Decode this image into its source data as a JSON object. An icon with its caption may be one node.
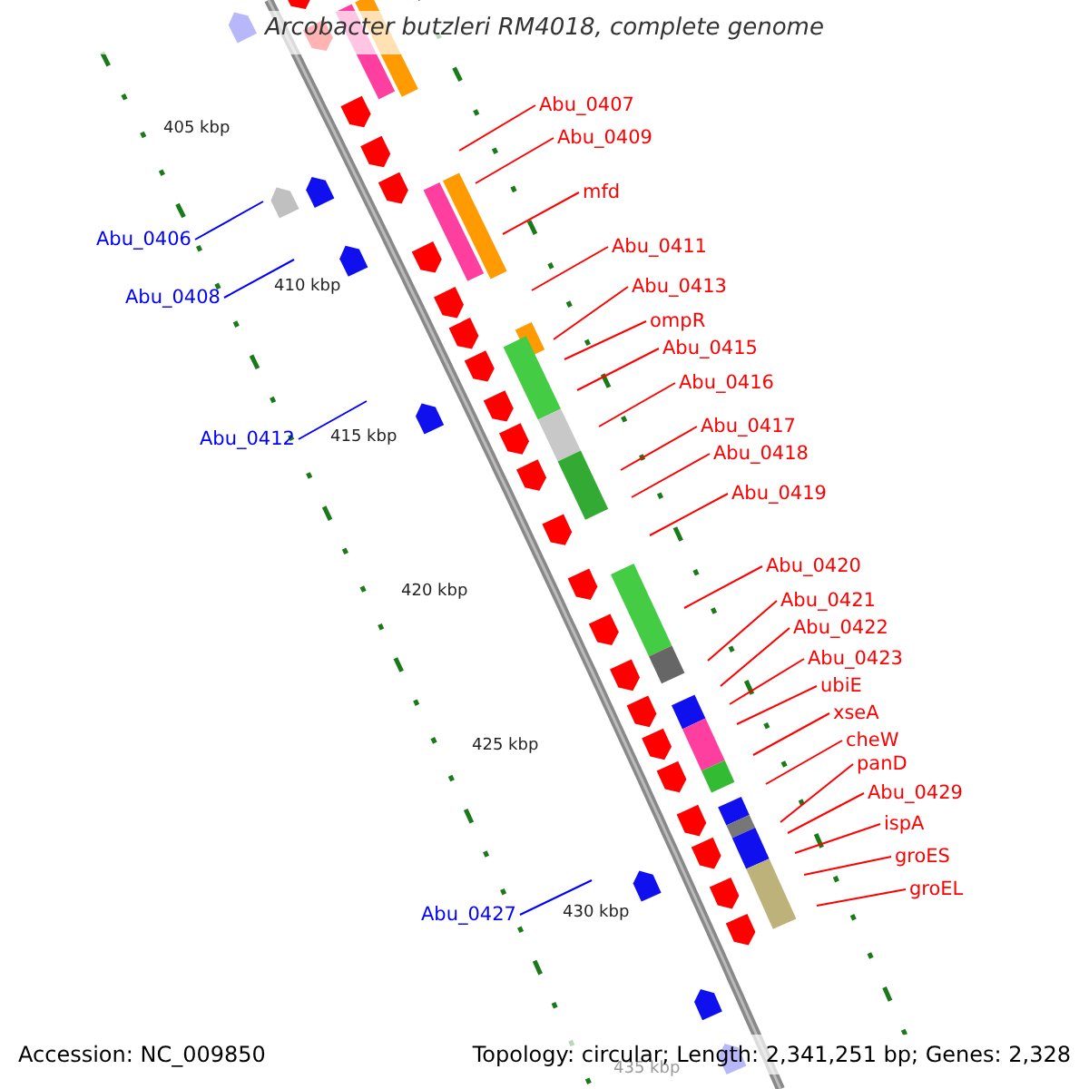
{
  "diagram": {
    "title": "Arcobacter butzleri RM4018, complete genome",
    "nodes": [
      {
        "text": [
          "Abu_0407"
        ]
      },
      {
        "text": [
          "Abu_0409"
        ]
      },
      {
        "text": [
          "mfd"
        ]
      },
      {
        "text": [
          "Abu_0406"
        ]
      },
      {
        "text": [
          "Abu_0411"
        ]
      },
      {
        "text": [
          "Abu_0408"
        ]
      },
      {
        "text": [
          "Abu_0413"
        ]
      },
      {
        "text": [
          "ompR"
        ]
      },
      {
        "text": [
          "Abu_0415"
        ]
      },
      {
        "text": [
          "Abu_0416"
        ]
      },
      {
        "text": [
          "Abu_0412"
        ]
      },
      {
        "text": [
          "Abu_0417"
        ]
      },
      {
        "text": [
          "Abu_0418"
        ]
      },
      {
        "text": [
          "Abu_0419"
        ]
      },
      {
        "text": [
          "Abu_0420"
        ]
      },
      {
        "text": [
          "Abu_0421"
        ]
      },
      {
        "text": [
          "Abu_0422"
        ]
      },
      {
        "text": [
          "Abu_0423"
        ]
      },
      {
        "text": [
          "ubiE"
        ]
      },
      {
        "text": [
          "xseA"
        ]
      },
      {
        "text": [
          "cheW"
        ]
      },
      {
        "text": [
          "panD"
        ]
      },
      {
        "text": [
          "Abu_0429"
        ]
      },
      {
        "text": [
          "ispA"
        ]
      },
      {
        "text": [
          "groES"
        ]
      },
      {
        "text": [
          "Abu_0427"
        ]
      },
      {
        "text": [
          "groEL"
        ]
      }
    ],
    "edges": [
      {
        "from": 0,
        "to": null,
        "arrow": "none"
      },
      {
        "from": 1,
        "to": null,
        "arrow": "none"
      },
      {
        "from": 2,
        "to": null,
        "arrow": "none"
      },
      {
        "from": 3,
        "to": null,
        "arrow": "none",
        "color": "#0000ff"
      },
      {
        "from": 4,
        "to": null,
        "arrow": "none"
      },
      {
        "from": 5,
        "to": null,
        "arrow": "none",
        "color": "#0000ff"
      },
      {
        "from": 6,
        "to": null,
        "arrow": "none"
      },
      {
        "from": 7,
        "to": null,
        "arrow": "none"
      },
      {
        "from": 8,
        "to": null,
        "arrow": "none"
      },
      {
        "from": 9,
        "to": null,
        "arrow": "none"
      },
      {
        "from": 10,
        "to": null,
        "arrow": "none",
        "color": "#0000ff"
      },
      {
        "from": 11,
        "to": null,
        "arrow": "none"
      },
      {
        "from": 12,
        "to": null,
        "arrow": "none"
      },
      {
        "from": 13,
        "to": null,
        "arrow": "none"
      },
      {
        "from": 14,
        "to": null,
        "arrow": "none"
      },
      {
        "from": 15,
        "to": null,
        "arrow": "none"
      },
      {
        "from": 16,
        "to": null,
        "arrow": "none"
      },
      {
        "from": 17,
        "to": null,
        "arrow": "none"
      },
      {
        "from": 18,
        "to": null,
        "arrow": "none"
      },
      {
        "from": 19,
        "to": null,
        "arrow": "none"
      },
      {
        "from": 20,
        "to": null,
        "arrow": "none"
      },
      {
        "from": 21,
        "to": null,
        "arrow": "none"
      },
      {
        "from": 22,
        "to": null,
        "arrow": "none"
      },
      {
        "from": 23,
        "to": null,
        "arrow": "none"
      },
      {
        "from": 24,
        "to": null,
        "arrow": "none"
      },
      {
        "from": 25,
        "to": null,
        "arrow": "none",
        "color": "#0000ff"
      },
      {
        "from": 26,
        "to": null,
        "arrow": "none"
      }
    ],
    "labels": [
      "405 kbp",
      "410 kbp",
      "415 kbp",
      "420 kbp",
      "425 kbp",
      "430 kbp",
      "435 kbp",
      "Accession: NC_009850",
      "Topology: circular; Length: 2,341,251 bp; Genes: 2,328"
    ]
  }
}
